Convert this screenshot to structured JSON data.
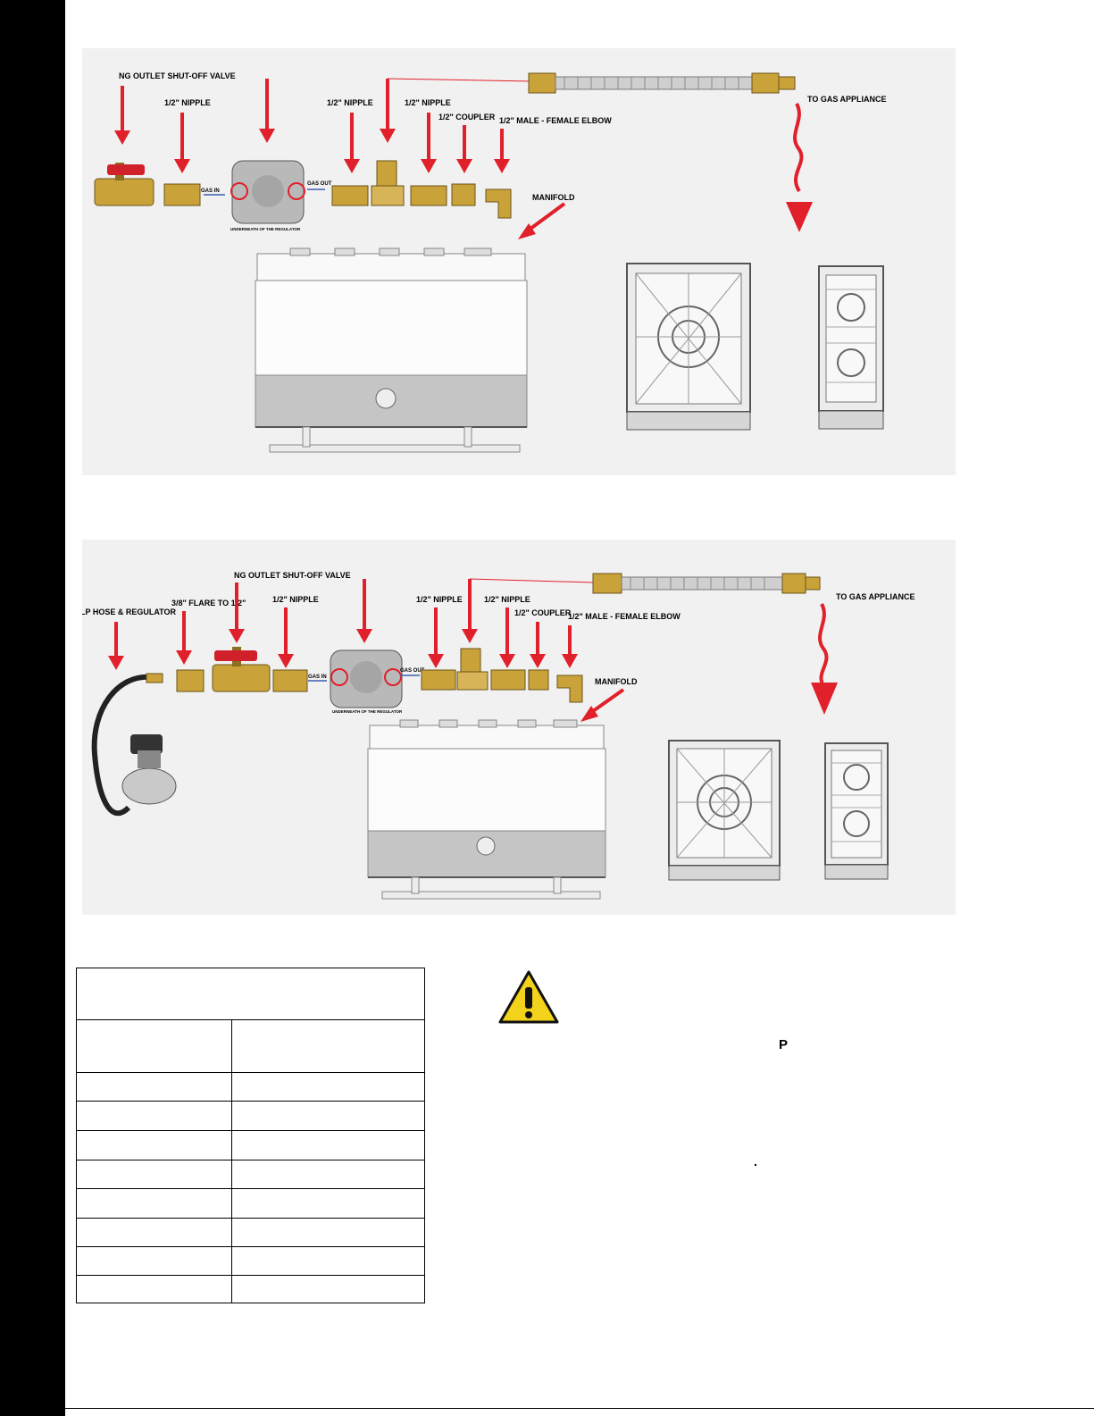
{
  "diagram_ng": {
    "labels": {
      "shutoff_valve": "NG OUTLET SHUT-OFF VALVE",
      "nipple_1": "1/2\" NIPPLE",
      "nipple_2": "1/2\" NIPPLE",
      "nipple_3": "1/2\" NIPPLE",
      "coupler": "1/2\" COUPLER",
      "elbow": "1/2\" MALE - FEMALE ELBOW",
      "manifold": "MANIFOLD",
      "to_appliance": "TO GAS APPLIANCE",
      "gas_in": "GAS IN",
      "gas_out": "GAS OUT",
      "regulator_note": "UNDERNEATH OF THE REGULATOR"
    }
  },
  "diagram_lp": {
    "labels": {
      "lp_hose": "LP HOSE & REGULATOR",
      "flare": "3/8\" FLARE TO 1/2\"",
      "shutoff_valve": "NG OUTLET SHUT-OFF VALVE",
      "nipple_1": "1/2\" NIPPLE",
      "nipple_2": "1/2\" NIPPLE",
      "nipple_3": "1/2\" NIPPLE",
      "coupler": "1/2\" COUPLER",
      "elbow": "1/2\" MALE - FEMALE ELBOW",
      "manifold": "MANIFOLD",
      "to_appliance": "TO GAS APPLIANCE",
      "gas_in": "GAS IN",
      "gas_out": "GAS OUT",
      "regulator_note": "UNDERNEATH OF THE REGULATOR"
    }
  },
  "warning": {
    "letter": "P",
    "dot": "."
  },
  "colors": {
    "arrow": "#e0202a",
    "brass": "#c9a23a",
    "steel": "#b9b9b9",
    "panel": "#f1f1f1"
  }
}
